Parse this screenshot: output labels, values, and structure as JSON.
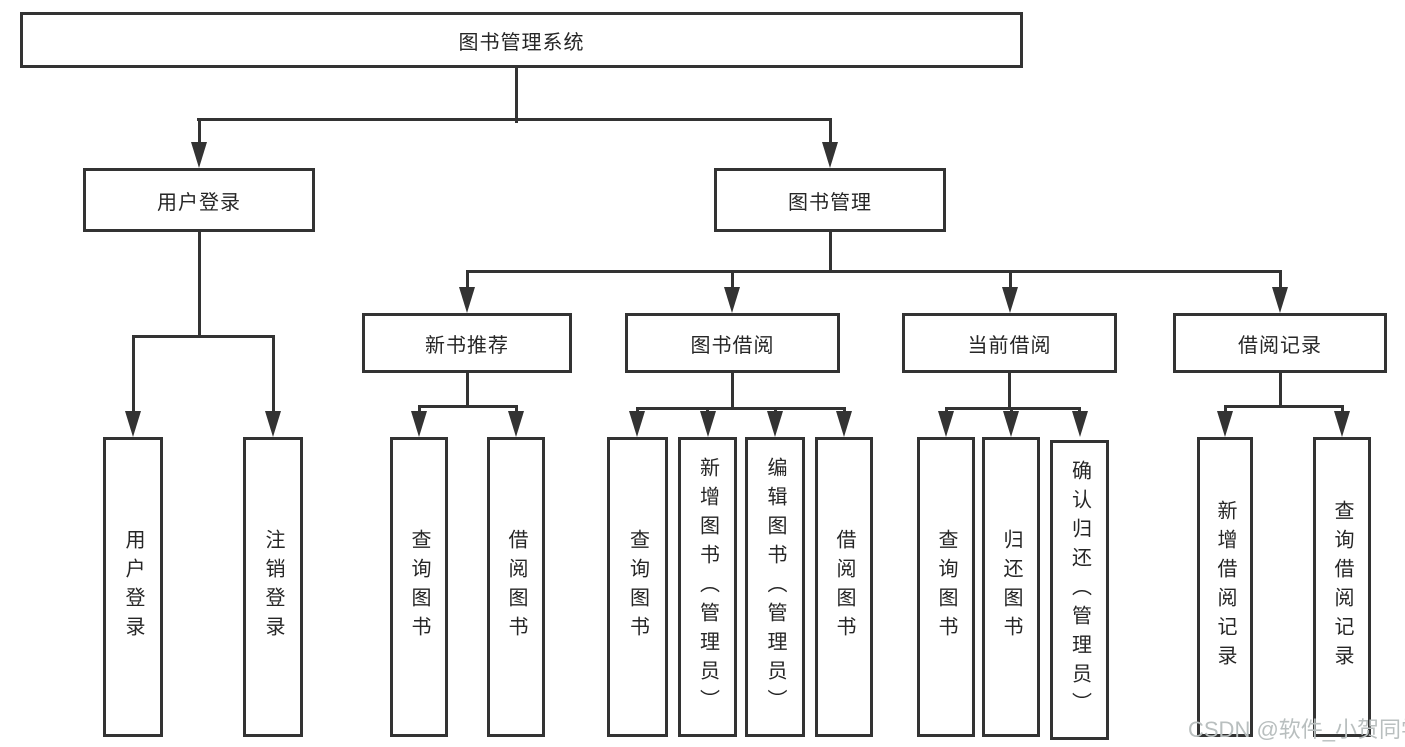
{
  "colors": {
    "line": "#333333",
    "text": "#262626",
    "box_background": "#ffffff",
    "watermark": "#b9bfbf"
  },
  "tree": {
    "root": "图书管理系统",
    "level2": {
      "user_login": "用户登录",
      "book_management": "图书管理"
    },
    "login_children": [
      "用户登录",
      "注销登录"
    ],
    "management_children": [
      "新书推荐",
      "图书借阅",
      "当前借阅",
      "借阅记录"
    ],
    "recommend_children": [
      "查询图书",
      "借阅图书"
    ],
    "borrow_children": [
      "查询图书",
      "新增图书（管理员）",
      "编辑图书（管理员）",
      "借阅图书"
    ],
    "current_children": [
      "查询图书",
      "归还图书",
      "确认归还（管理员）"
    ],
    "record_children": [
      "新增借阅记录",
      "查询借阅记录"
    ]
  },
  "watermark": "CSDN @软件_小贺同学"
}
